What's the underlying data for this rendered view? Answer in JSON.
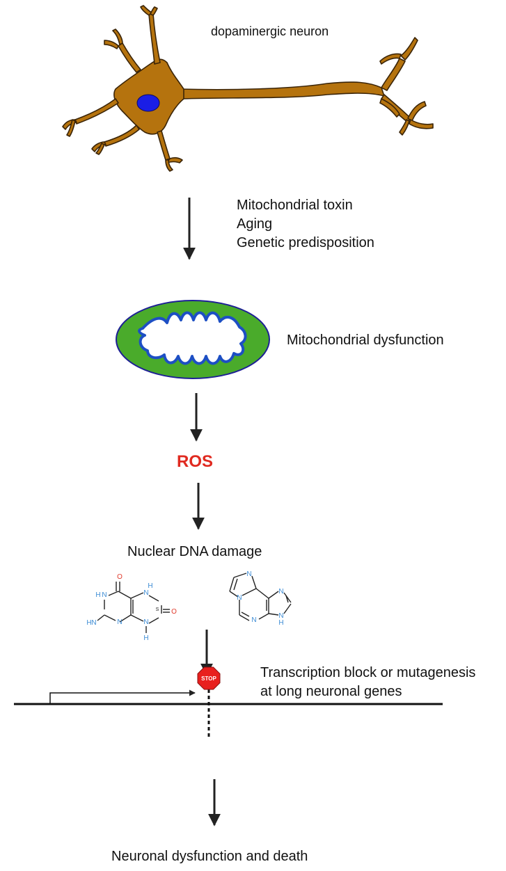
{
  "labels": {
    "neuron": "dopaminergic neuron",
    "stressors": [
      "Mitochondrial toxin",
      "Aging",
      "Genetic predisposition"
    ],
    "mitochondria": "Mitochondrial dysfunction",
    "ros": "ROS",
    "dna_damage": "Nuclear DNA damage",
    "transcription": [
      "Transcription block or mutagenesis",
      "at long neuronal genes"
    ],
    "outcome": "Neuronal dysfunction and death",
    "stop_sign": "STOP"
  },
  "molecule_atoms": {
    "oxoguanine": {
      "O_top": "O",
      "N1": "N",
      "H1": "H",
      "N3": "N",
      "N7": "N",
      "H7": "H",
      "N9": "N",
      "H9": "H",
      "O8": "O",
      "NH2_N": "N",
      "NH2_H": "H",
      "stereo": "S"
    },
    "etheno": {
      "N_top": "N",
      "N_left": "N",
      "N_bottom": "N",
      "N_right": "N",
      "N_right_bottom": "N",
      "H_right": "H"
    }
  },
  "colors": {
    "neuron_fill": "#b5730e",
    "neuron_outline": "#3a2408",
    "nucleus": "#1a1ee6",
    "mito_outer": "#1d1f95",
    "mito_fill": "#4aab2b",
    "cristae": "#1d4fc4",
    "ros": "#e02a20",
    "stop": "#e8201e",
    "hetero_N": "#3b8bd4",
    "hetero_O": "#e03a2c"
  }
}
